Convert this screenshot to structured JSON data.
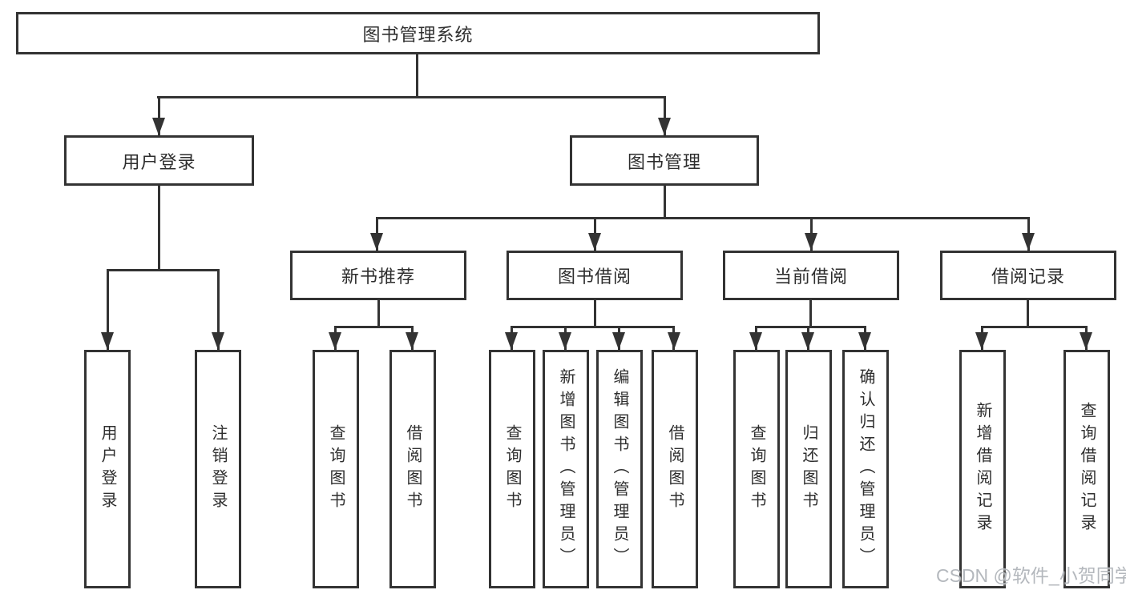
{
  "diagram": {
    "type": "hierarchy-tree",
    "colors": {
      "line": "#333333",
      "border": "#333333",
      "text": "#2e2e2e",
      "background": "#ffffff"
    },
    "tree": {
      "root": {
        "id": "library-management-system",
        "label": "图书管理系统"
      },
      "level1": [
        {
          "id": "user-login",
          "label": "用户登录",
          "parent": "图书管理系统"
        },
        {
          "id": "book-management",
          "label": "图书管理",
          "parent": "图书管理系统"
        }
      ],
      "level2": [
        {
          "id": "new-book-recommend",
          "label": "新书推荐",
          "parent": "图书管理"
        },
        {
          "id": "book-borrow",
          "label": "图书借阅",
          "parent": "图书管理"
        },
        {
          "id": "current-borrow",
          "label": "当前借阅",
          "parent": "图书管理"
        },
        {
          "id": "borrow-records",
          "label": "借阅记录",
          "parent": "图书管理"
        }
      ],
      "leaves": [
        {
          "id": "user-login-leaf",
          "label": "用户登录",
          "parent": "用户登录"
        },
        {
          "id": "logout",
          "label": "注销登录",
          "parent": "用户登录"
        },
        {
          "id": "query-books-recommend",
          "label": "查询图书",
          "parent": "新书推荐"
        },
        {
          "id": "borrow-books-recommend",
          "label": "借阅图书",
          "parent": "新书推荐"
        },
        {
          "id": "query-books-borrow",
          "label": "查询图书",
          "parent": "图书借阅"
        },
        {
          "id": "add-book-admin",
          "label": "新增图书（管理员）",
          "parent": "图书借阅"
        },
        {
          "id": "edit-book-admin",
          "label": "编辑图书（管理员）",
          "parent": "图书借阅"
        },
        {
          "id": "borrow-books-borrow",
          "label": "借阅图书",
          "parent": "图书借阅"
        },
        {
          "id": "query-books-current",
          "label": "查询图书",
          "parent": "当前借阅"
        },
        {
          "id": "return-book",
          "label": "归还图书",
          "parent": "当前借阅"
        },
        {
          "id": "confirm-return-admin",
          "label": "确认归还（管理员）",
          "parent": "当前借阅"
        },
        {
          "id": "add-borrow-record",
          "label": "新增借阅记录",
          "parent": "借阅记录"
        },
        {
          "id": "query-borrow-record",
          "label": "查询借阅记录",
          "parent": "借阅记录"
        }
      ]
    }
  },
  "watermark": {
    "text": "CSDN @软件_小贺同学",
    "color": "#b4b8bd"
  }
}
